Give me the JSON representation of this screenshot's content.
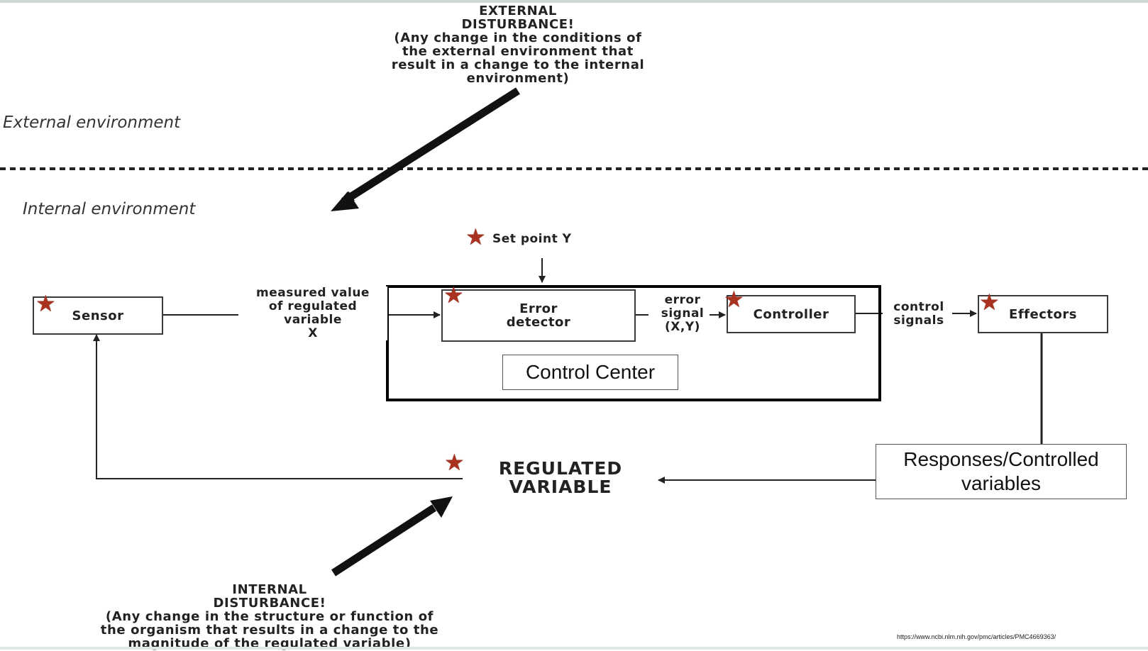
{
  "external_disturbance": {
    "title_line1": "EXTERNAL",
    "title_line2": "DISTURBANCE!",
    "desc_line1": "(Any change in the conditions of",
    "desc_line2": "the external environment that",
    "desc_line3": "result in a change to the internal",
    "desc_line4": "environment)"
  },
  "environments": {
    "external": "External environment",
    "internal": "Internal environment"
  },
  "set_point": "Set point Y",
  "blocks": {
    "sensor": "Sensor",
    "error_detector_line1": "Error",
    "error_detector_line2": "detector",
    "controller": "Controller",
    "effectors": "Effectors"
  },
  "signals": {
    "measured_line1": "measured value",
    "measured_line2": "of regulated",
    "measured_line3": "variable",
    "measured_line4": "X",
    "error_line1": "error",
    "error_line2": "signal",
    "error_line3": "(X,Y)",
    "control_line1": "control",
    "control_line2": "signals"
  },
  "control_center": "Control Center",
  "responses": {
    "line1": "Responses/Controlled",
    "line2": "variables"
  },
  "regulated_variable": {
    "line1": "REGULATED",
    "line2": "VARIABLE"
  },
  "internal_disturbance": {
    "title_line1": "INTERNAL",
    "title_line2": "DISTURBANCE!",
    "desc_line1": "(Any change in the structure or function of",
    "desc_line2": "the organism that results in a change to the",
    "desc_line3": "magnitude of the regulated variable)"
  },
  "source_url": "https://www.ncbi.nlm.nih.gov/pmc/articles/PMC4669363/",
  "star_color": "#a8321f"
}
